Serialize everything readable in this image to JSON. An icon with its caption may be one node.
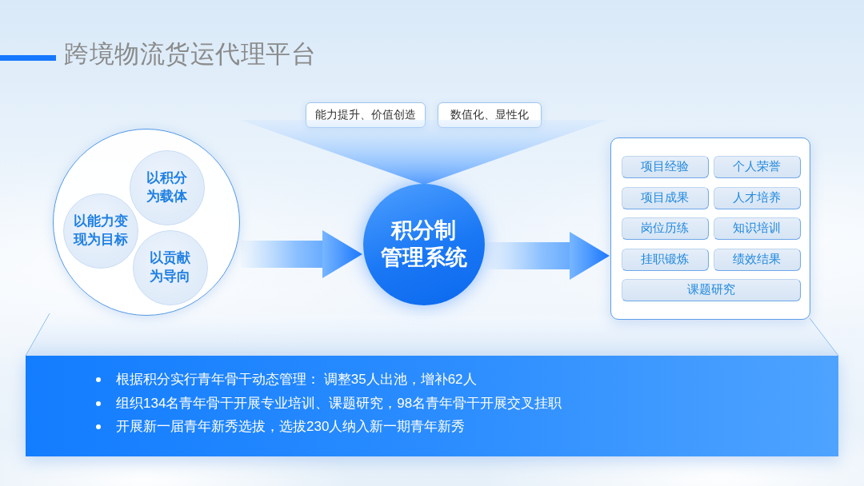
{
  "diagram": {
    "title": "跨境物流货运代理平台",
    "nodes": [
      {
        "text": [],
        "shape": "circle"
      },
      {
        "text": [
          "以积分为载体"
        ],
        "in": 0
      },
      {
        "text": [
          "以能力变现为目标"
        ],
        "in": 0
      },
      {
        "text": [
          "以贡献为导向"
        ],
        "in": 0
      },
      {
        "text": [
          "能力提升、价值创造"
        ]
      },
      {
        "text": [
          "数值化、显性化"
        ]
      },
      {
        "text": [],
        "shape": "funnel"
      },
      {
        "text": [
          "积分制管理系统"
        ]
      },
      {
        "text": [],
        "shape": "box"
      },
      {
        "text": [
          "项目经验"
        ],
        "in": 8
      },
      {
        "text": [
          "个人荣誉"
        ],
        "in": 8
      },
      {
        "text": [
          "项目成果"
        ],
        "in": 8
      },
      {
        "text": [
          "人才培养"
        ],
        "in": 8
      },
      {
        "text": [
          "岗位历练"
        ],
        "in": 8
      },
      {
        "text": [
          "知识培训"
        ],
        "in": 8
      },
      {
        "text": [
          "挂职锻炼"
        ],
        "in": 8
      },
      {
        "text": [
          "绩效结果"
        ],
        "in": 8
      },
      {
        "text": [
          "课题研究"
        ],
        "in": 8
      },
      {
        "text": [
          "根据积分实行青年骨干动态管理： 调整35人出池，增补62人",
          "组织134名青年骨干开展专业培训、课题研究，98名青年骨干开展交叉挂职",
          "开展新一届青年新秀选拔，选拔230人纳入新一期青年新秀"
        ]
      }
    ],
    "edges": [
      {
        "from": 0,
        "to": 7,
        "arrow": "to"
      },
      {
        "from": 7,
        "to": 8,
        "arrow": "to"
      }
    ]
  }
}
